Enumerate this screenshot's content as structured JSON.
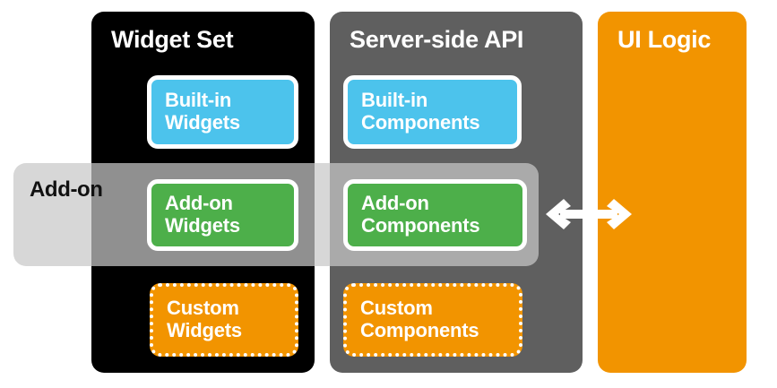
{
  "diagram": {
    "title": "Widget Set / Server-side API / UI Logic layering",
    "band": {
      "label": "Add-on"
    },
    "arrow": {
      "name": "bidirectional-arrow",
      "icon": "double-arrow-left-right-icon",
      "color": "#ffffff"
    },
    "columns": [
      {
        "id": "widget-set",
        "title": "Widget Set",
        "background": "#000000",
        "boxes": [
          {
            "id": "built-in-widgets",
            "label": "Built-in\nWidgets",
            "color": "#4cc3ec",
            "border": "solid"
          },
          {
            "id": "add-on-widgets",
            "label": "Add-on\nWidgets",
            "color": "#4daf4a",
            "border": "solid"
          },
          {
            "id": "custom-widgets",
            "label": "Custom\nWidgets",
            "color": "#f29400",
            "border": "dotted"
          }
        ]
      },
      {
        "id": "server-side-api",
        "title": "Server-side API",
        "background": "#5f5f5f",
        "boxes": [
          {
            "id": "built-in-components",
            "label": "Built-in\nComponents",
            "color": "#4cc3ec",
            "border": "solid"
          },
          {
            "id": "add-on-components",
            "label": "Add-on\nComponents",
            "color": "#4daf4a",
            "border": "solid"
          },
          {
            "id": "custom-components",
            "label": "Custom\nComponents",
            "color": "#f29400",
            "border": "dotted"
          }
        ]
      },
      {
        "id": "ui-logic",
        "title": "UI Logic",
        "background": "#f29400",
        "boxes": []
      }
    ],
    "colors": {
      "built_in": "#4cc3ec",
      "add_on": "#4daf4a",
      "custom": "#f29400",
      "widget_set_panel": "#000000",
      "server_api_panel": "#5f5f5f",
      "ui_logic_panel": "#f29400",
      "band_overlay": "#c8c8c8",
      "box_border": "#ffffff"
    }
  }
}
